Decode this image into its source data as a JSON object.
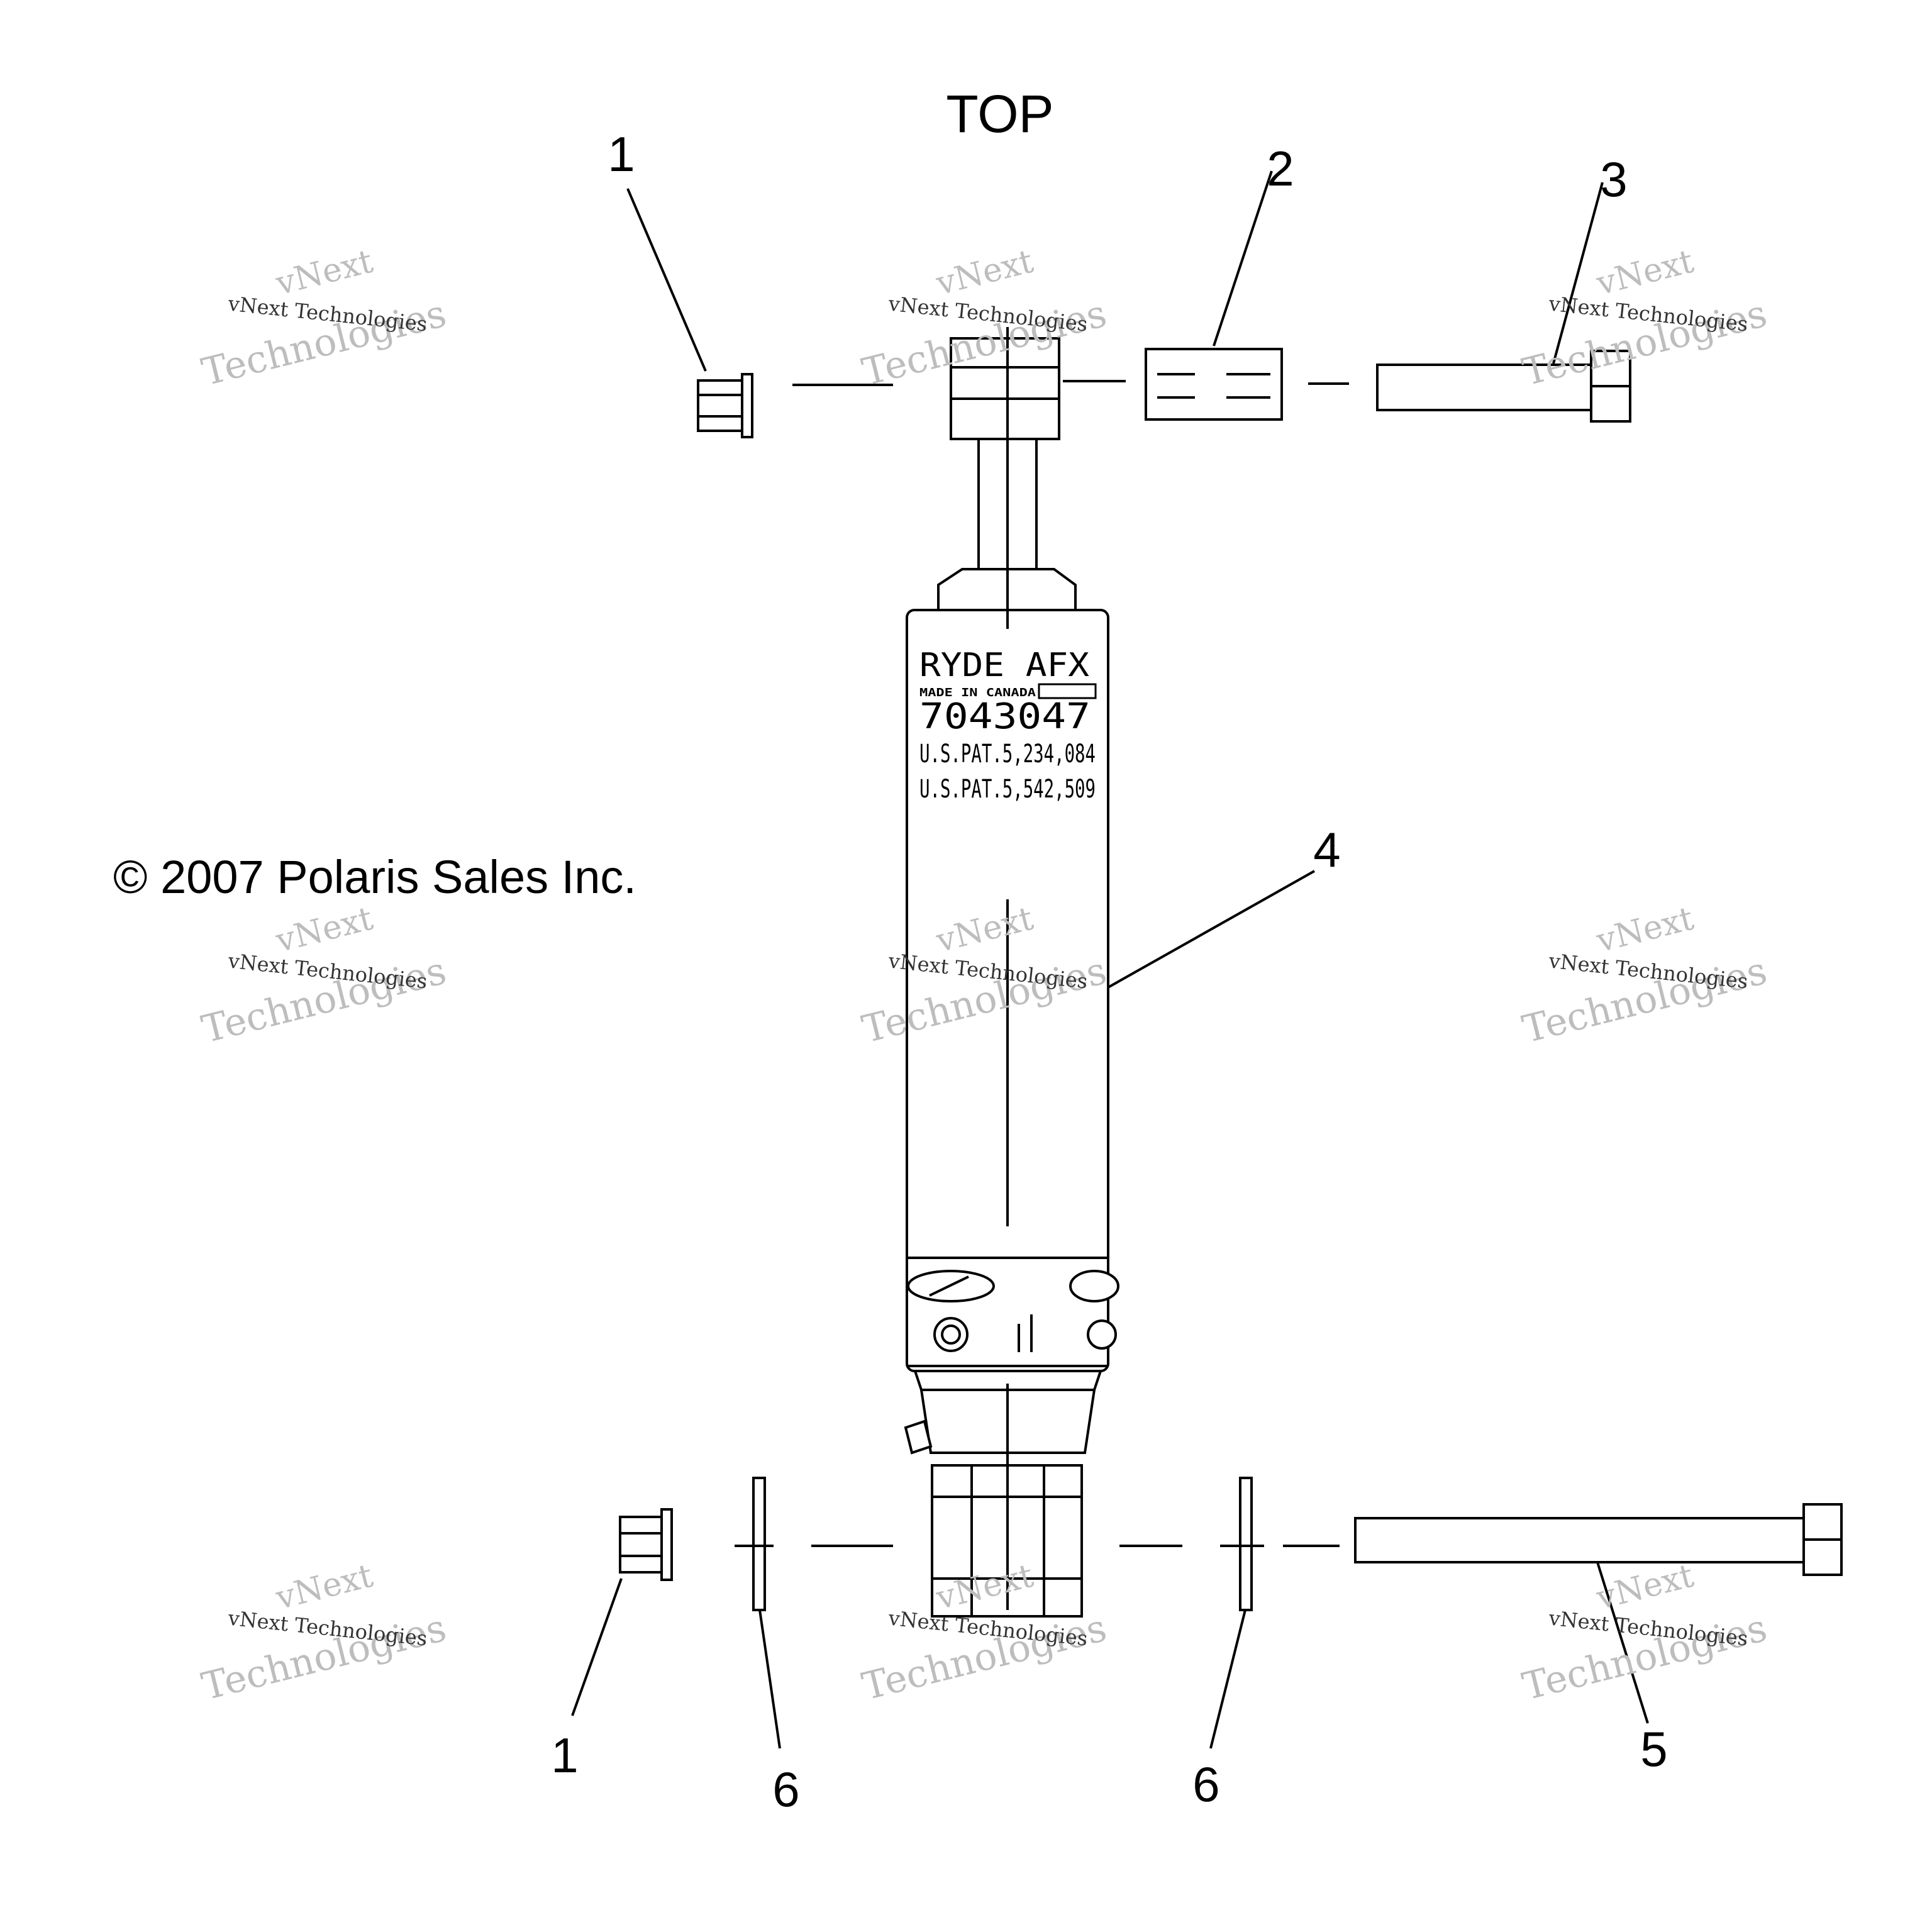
{
  "diagram": {
    "top_label": "TOP",
    "copyright": "© 2007 Polaris Sales Inc.",
    "callouts": {
      "c1_top": "1",
      "c2": "2",
      "c3": "3",
      "c4": "4",
      "c1_bottom": "1",
      "c6_left": "6",
      "c6_right": "6",
      "c5": "5"
    },
    "shock_label": {
      "model": "RYDE AFX",
      "origin": "MADE IN CANADA",
      "part_number": "7043047",
      "patent_1": "U.S.PAT.5,234,084",
      "patent_2": "U.S.PAT.5,542,509"
    },
    "watermark": {
      "line1": "vNext",
      "line2": "vNext Technologies",
      "line3": "Technologies"
    }
  }
}
